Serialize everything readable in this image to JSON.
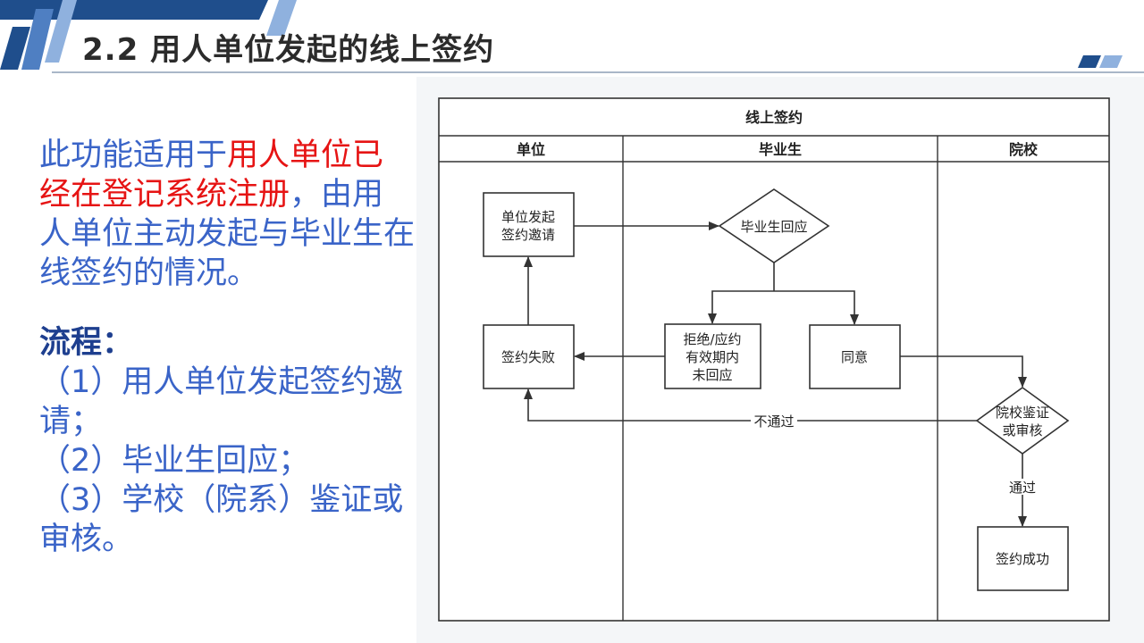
{
  "header": {
    "title": "2.2 用人单位发起的线上签约",
    "accent_dark": "#1f4e8c",
    "accent_light": "#8fb1de"
  },
  "intro": {
    "part1": "此功能适用于",
    "part2_highlight": "用人单位已经在登记系统注册",
    "part3": "，由用人单位主动发起与毕业生在线签约的情况。",
    "highlight_color": "#e61414",
    "text_color": "#3a64c8"
  },
  "process": {
    "heading": "流程：",
    "steps": [
      "（1）用人单位发起签约邀请；",
      "（2）毕业生回应；",
      "（3）学校（院系）鉴证或审核。"
    ]
  },
  "diagram": {
    "title": "线上签约",
    "lanes": [
      "单位",
      "毕业生",
      "院校"
    ],
    "nodes": {
      "initiate": [
        "单位发起",
        "签约邀请"
      ],
      "respond": "毕业生回应",
      "reject": [
        "拒绝/应约",
        "有效期内",
        "未回应"
      ],
      "agree": "同意",
      "fail": "签约失败",
      "verify": [
        "院校鉴证",
        "或审核"
      ],
      "success": "签约成功"
    },
    "edge_labels": {
      "not_pass": "不通过",
      "pass": "通过"
    }
  }
}
